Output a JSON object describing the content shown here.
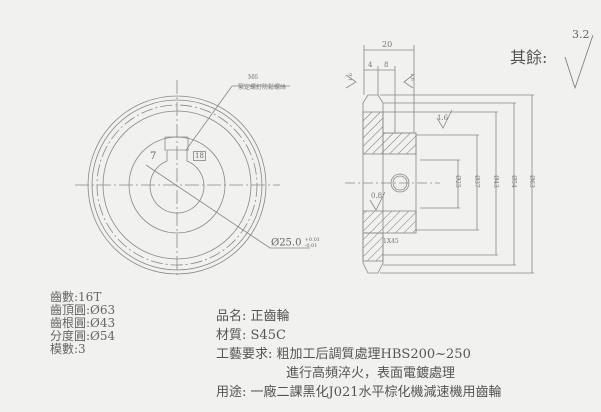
{
  "front_view": {
    "set_screw_note_line1": "M6",
    "set_screw_note_line2": "緊定螺釘防鬆螺絲",
    "keyway_width": "7",
    "keyway_depth": "18",
    "bore_dim": "Ø25.0",
    "bore_tol_upper": "+0.01",
    "bore_tol_lower": "-0.01"
  },
  "side_view": {
    "width": "20",
    "dim_4": "4",
    "dim_8": "8",
    "rough_left": "1.6",
    "rough_right": "1.6",
    "rough_inner": "1.6",
    "rough_bore": "0.8",
    "chamfer": "1X45",
    "diameters": [
      "Ø25",
      "Ø37",
      "Ø43",
      "Ø54",
      "Ø63"
    ]
  },
  "general_roughness": {
    "label": "其餘:",
    "value": "3.2"
  },
  "gear_specs": [
    "齒數:16T",
    "齒頂圓:Ø63",
    "齒根圓:Ø43",
    "分度圓:Ø54",
    "模數:3"
  ],
  "part_info": {
    "name_label": "品名:",
    "name": "正齒輪",
    "material_label": "材質:",
    "material": "S45C",
    "process_label": "工藝要求:",
    "process_line1": "粗加工后調質處理HBS200~250",
    "process_line2": "進行高頻淬火，表面電鍍處理",
    "usage_label": "用途:",
    "usage": "一廠二課黑化J021水平棕化機減速機用齒輪"
  }
}
